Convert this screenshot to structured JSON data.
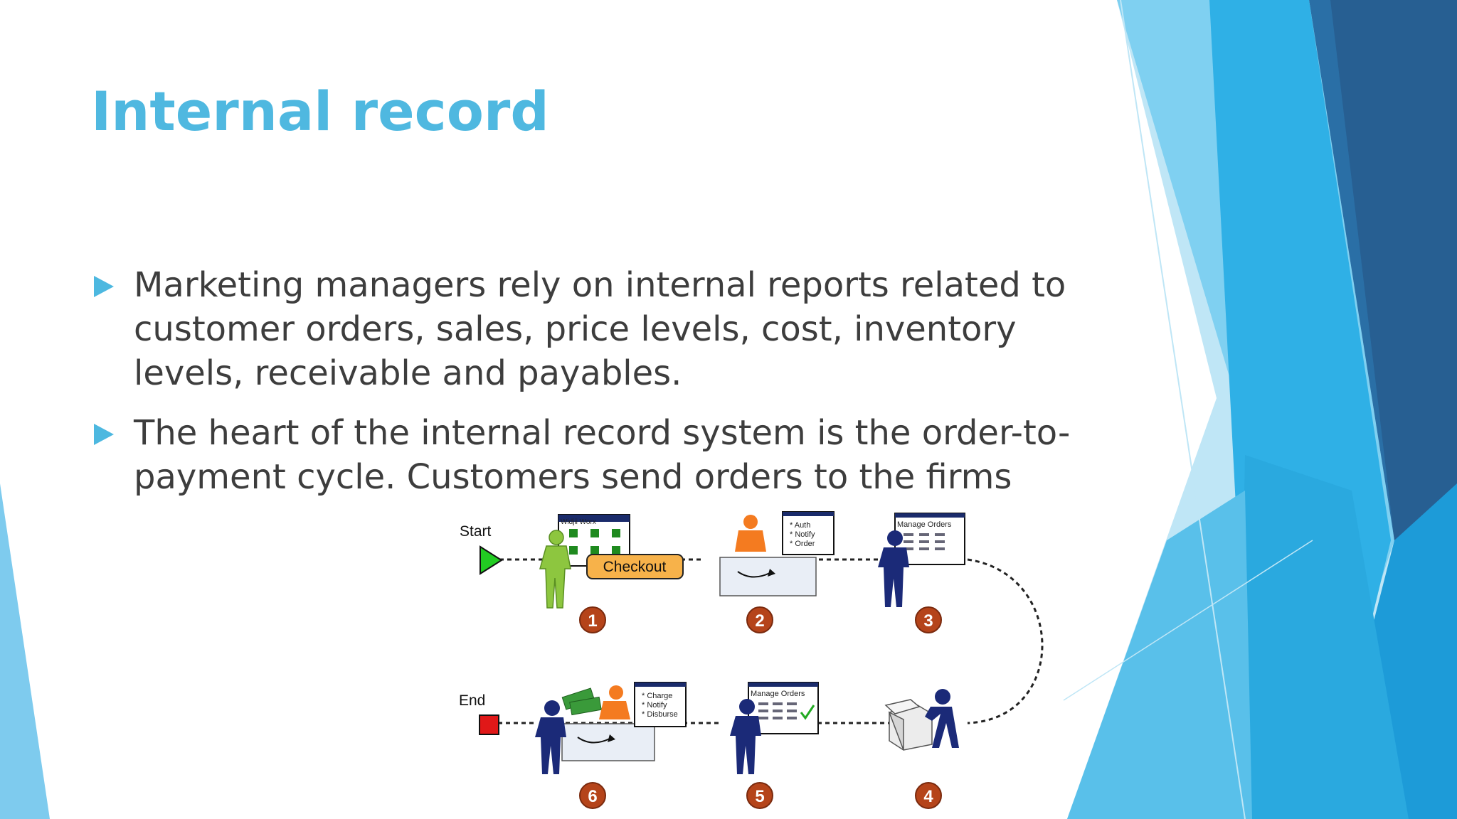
{
  "slide": {
    "title": "Internal record",
    "bullets": [
      "Marketing managers rely on internal reports related to customer orders, sales, price levels, cost, inventory levels, receivable and payables.",
      "The heart of the internal record system is the order-to-payment cycle. Customers send orders to the firms"
    ]
  },
  "diagram": {
    "start_label": "Start",
    "end_label": "End",
    "checkout_label": "Checkout",
    "widget_window_title": "Widjii Worx",
    "manage_orders_title": "Manage Orders",
    "auth_list": [
      "* Auth",
      "* Notify",
      "* Order"
    ],
    "charge_list": [
      "* Charge",
      "* Notify",
      "* Disburse"
    ],
    "steps": [
      "1",
      "2",
      "3",
      "4",
      "5",
      "6"
    ]
  },
  "colors": {
    "title": "#4fb8e0",
    "text": "#3d3d3d",
    "accent": "#4db8e0",
    "step_badge": "#b5441a",
    "checkout": "#f7b24a",
    "start_arrow": "#22cc22",
    "end_square": "#e01818"
  }
}
